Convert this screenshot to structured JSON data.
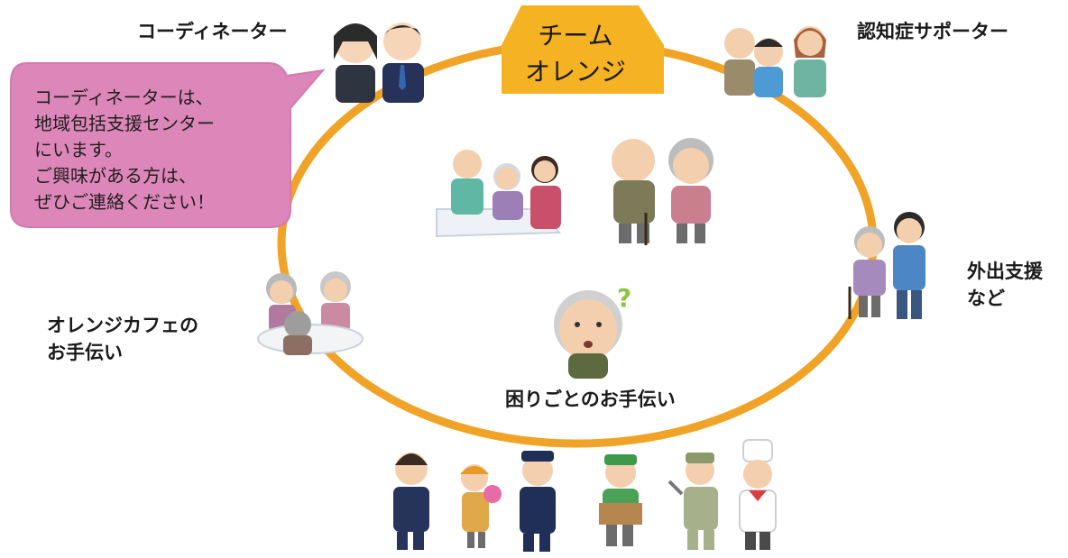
{
  "team_badge": {
    "line1": "チーム",
    "line2": "オレンジ"
  },
  "labels": {
    "coordinator": "コーディネーター",
    "dementia_supporter": "認知症サポーター",
    "outing_support_line1": "外出支援",
    "outing_support_line2": "など",
    "cafe_help_line1": "オレンジカフェの",
    "cafe_help_line2": "お手伝い",
    "trouble_help": "困りごとのお手伝い"
  },
  "speech_bubble": {
    "lines": [
      "コーディネーターは、",
      "地域包括支援センター",
      "にいます。",
      "ご興味がある方は、",
      "ぜひご連絡ください！"
    ]
  },
  "colors": {
    "ring": "#f0a326",
    "badge": "#f5b223",
    "bubble": "#dd86b9"
  },
  "icons": {
    "center_question_mark": "?"
  }
}
